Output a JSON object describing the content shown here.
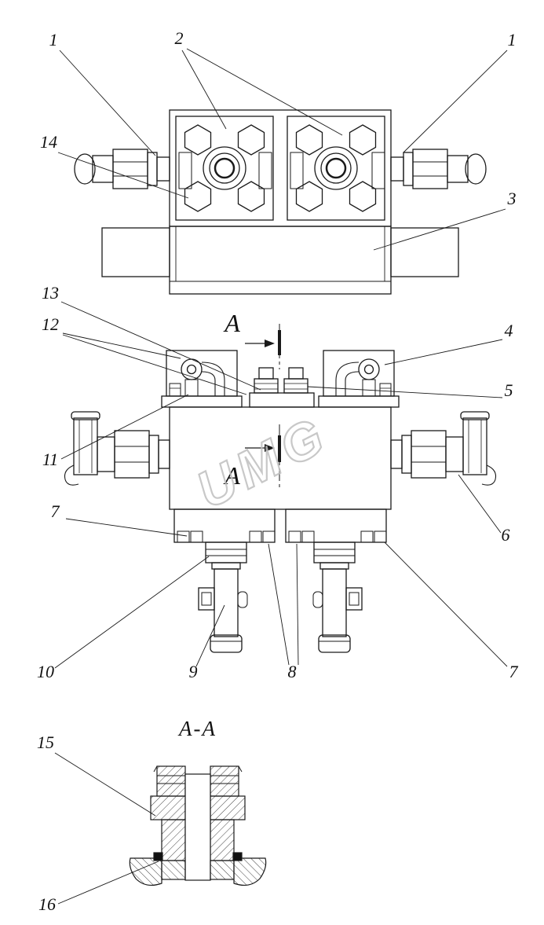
{
  "drawing": {
    "type": "engineering-assembly-diagram",
    "watermark": "UMG",
    "section_marker_top": "A",
    "section_marker_bottom": "A",
    "section_view_title": "A-A",
    "callouts": {
      "n1_left": "1",
      "n2": "2",
      "n1_right": "1",
      "n14": "14",
      "n3": "3",
      "n13": "13",
      "n12": "12",
      "n4": "4",
      "n5": "5",
      "n11": "11",
      "n7_left": "7",
      "n6": "6",
      "n10": "10",
      "n9": "9",
      "n8": "8",
      "n7_right": "7",
      "n15": "15",
      "n16": "16"
    },
    "colors": {
      "line": "#1a1a1a",
      "watermark": "#bfbfbf",
      "background": "#ffffff"
    }
  }
}
